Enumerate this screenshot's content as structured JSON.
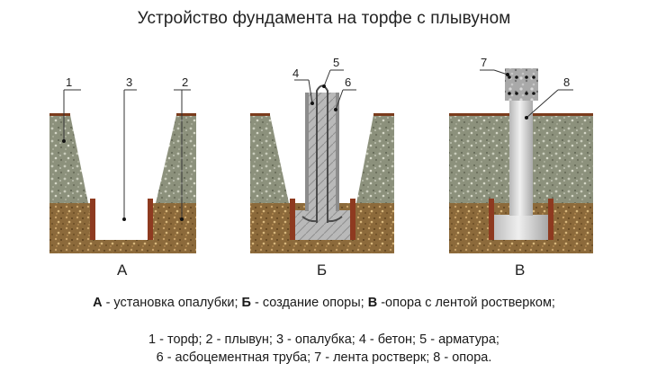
{
  "title": "Устройство фундамента на торфе с плывуном",
  "panels": [
    {
      "letter": "А",
      "callouts": [
        "1",
        "3",
        "2"
      ]
    },
    {
      "letter": "Б",
      "callouts": [
        "4",
        "5",
        "6"
      ]
    },
    {
      "letter": "В",
      "callouts": [
        "7",
        "8"
      ]
    }
  ],
  "legend": {
    "line1": [
      {
        "key": "А",
        "text": " - установка опалубки; "
      },
      {
        "key": "Б",
        "text": " - создание опоры; "
      },
      {
        "key": "В",
        "text": " -опора с лентой ростверком;"
      }
    ],
    "line2": "1 - торф; 2 - плывун; 3 - опалубка; 4 - бетон; 5 - арматура;",
    "line3": "6 - асбоцементная труба; 7 - лента ростверк; 8 - опора."
  },
  "colors": {
    "peat": "#8a8f7a",
    "quicksand": "#8b6a3a",
    "surface": "#7a3b1c",
    "formwork": "#8e3a20",
    "concrete": "#b8b8b8",
    "pipe": "#d3d3d3"
  }
}
